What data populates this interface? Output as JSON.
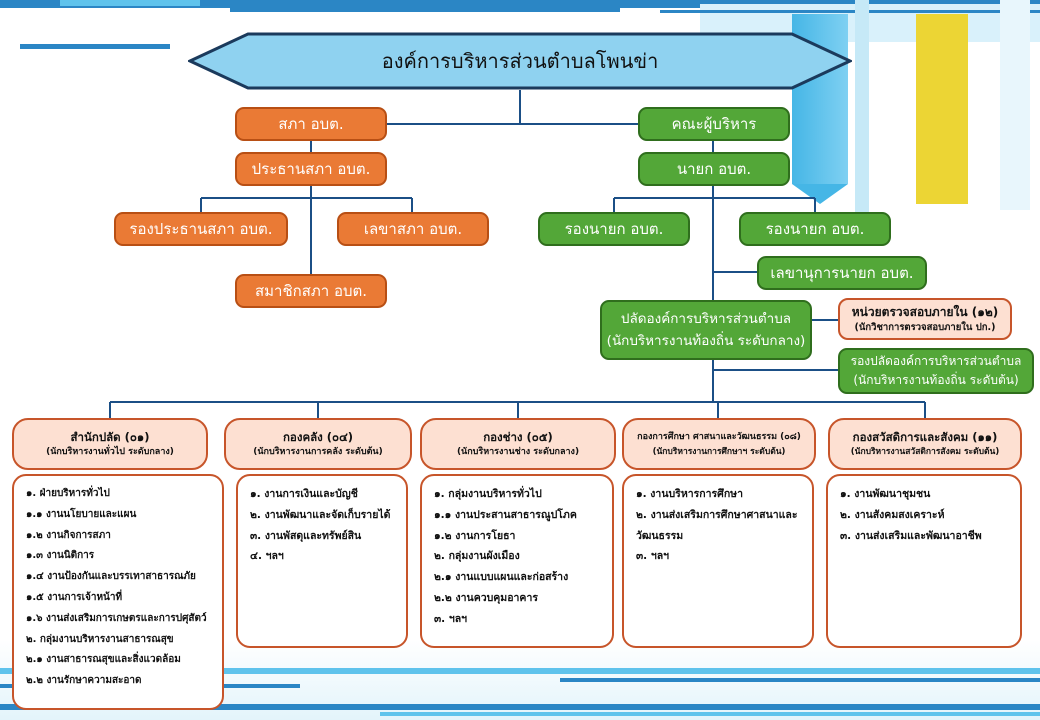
{
  "org_chart": {
    "title": "องค์การบริหารส่วนตำบลโพนข่า",
    "council": {
      "head": "สภา อบต.",
      "chair": "ประธานสภา อบต.",
      "vice_chair": "รองประธานสภา อบต.",
      "secretary": "เลขาสภา อบต.",
      "members": "สมาชิกสภา อบต."
    },
    "executive": {
      "head": "คณะผู้บริหาร",
      "mayor": "นายก อบต.",
      "deputy_1": "รองนายก อบต.",
      "deputy_2": "รองนายก อบต.",
      "secretary": "เลขานุการนายก อบต."
    },
    "permanent_secretary": {
      "line1": "ปลัดองค์การบริหารส่วนตำบล",
      "line2": "(นักบริหารงานท้องถิ่น ระดับกลาง)"
    },
    "audit_unit": {
      "line1": "หน่วยตรวจสอบภายใน (๑๒)",
      "line2": "(นักวิชาการตรวจสอบภายใน ปก.)"
    },
    "deputy_secretary": {
      "line1": "รองปลัดองค์การบริหารส่วนตำบล",
      "line2": "(นักบริหารงานท้องถิ่น ระดับต้น)"
    },
    "departments": [
      {
        "name": "สำนักปลัด (๐๑)",
        "sub": "(นักบริหารงานทั่วไป ระดับกลาง)",
        "items": [
          "๑. ฝ่ายบริหารทั่วไป",
          "๑.๑ งานนโยบายและแผน",
          "๑.๒ งานกิจการสภา",
          "๑.๓ งานนิติการ",
          "๑.๔ งานป้องกันและบรรเทาสาธารณภัย",
          "๑.๕ งานการเจ้าหน้าที่",
          "๑.๖ งานส่งเสริมการเกษตรและการปศุสัตว์",
          "๒. กลุ่มงานบริหารงานสาธารณสุข",
          "๒.๑ งานสาธารณสุขและสิ่งแวดล้อม",
          "๒.๒ งานรักษาความสะอาด"
        ]
      },
      {
        "name": "กองคลัง (๐๔)",
        "sub": "(นักบริหารงานการคลัง ระดับต้น)",
        "items": [
          "๑. งานการเงินและบัญชี",
          "๒. งานพัฒนาและจัดเก็บรายได้",
          "๓. งานพัสดุและทรัพย์สิน",
          "๔. ฯลฯ"
        ]
      },
      {
        "name": "กองช่าง (๐๕)",
        "sub": "(นักบริหารงานช่าง ระดับกลาง)",
        "items": [
          "๑. กลุ่มงานบริหารทั่วไป",
          "๑.๑ งานประสานสาธารณูปโภค",
          "๑.๒ งานการโยธา",
          "๒. กลุ่มงานผังเมือง",
          "๒.๑ งานแบบแผนและก่อสร้าง",
          "๒.๒ งานควบคุมอาคาร",
          "๓. ฯลฯ"
        ]
      },
      {
        "name": "กองการศึกษา ศาสนาและวัฒนธรรม (๐๘)",
        "sub": "(นักบริหารงานการศึกษาฯ ระดับต้น)",
        "items": [
          "๑. งานบริหารการศึกษา",
          "๒. งานส่งเสริมการศึกษาศาสนาและวัฒนธรรม",
          "๓. ฯลฯ"
        ]
      },
      {
        "name": "กองสวัสดิการและสังคม (๑๑)",
        "sub": "(นักบริหารงานสวัสดิการสังคม ระดับต้น)",
        "items": [
          "๑. งานพัฒนาชุมชน",
          "๒. งานสังคมสงเคราะห์",
          "๓. งานส่งเสริมและพัฒนาอาชีพ"
        ]
      }
    ],
    "colors": {
      "council": "#ea7a35",
      "executive": "#53a738",
      "department_fill": "#fde0d2",
      "title_fill": "#8fd2f0",
      "connector": "#1b4f86"
    }
  }
}
